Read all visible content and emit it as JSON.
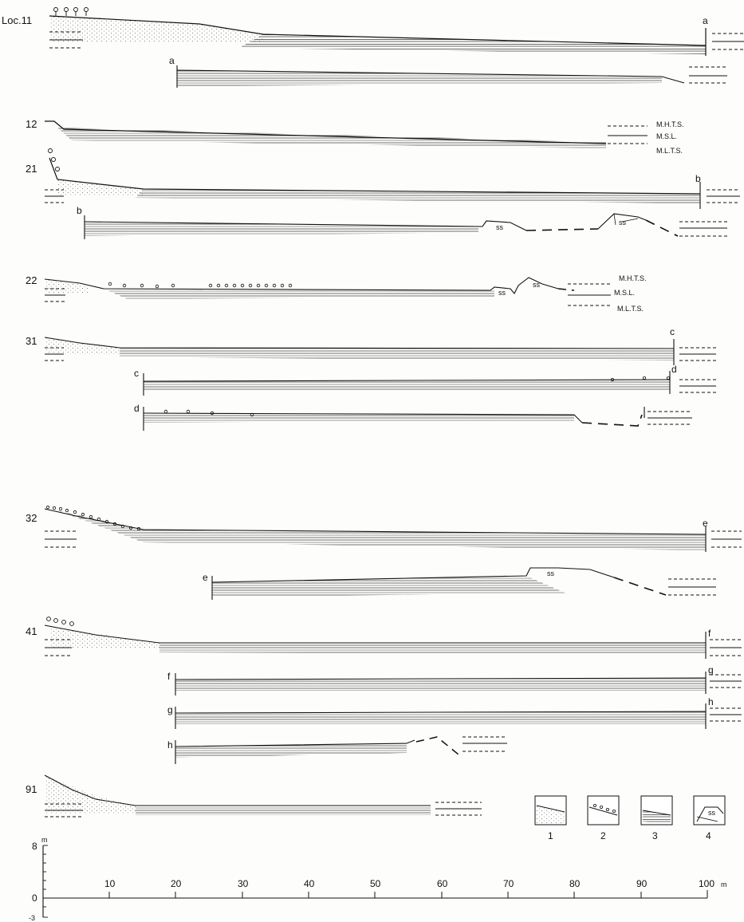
{
  "profiles": [
    {
      "id": "loc11",
      "label": "Loc.11"
    },
    {
      "id": "loc12",
      "label": "12"
    },
    {
      "id": "loc21",
      "label": "21"
    },
    {
      "id": "loc22",
      "label": "22"
    },
    {
      "id": "loc31",
      "label": "31"
    },
    {
      "id": "loc32",
      "label": "32"
    },
    {
      "id": "loc41",
      "label": "41"
    },
    {
      "id": "loc91",
      "label": "91"
    }
  ],
  "joins": [
    "a",
    "b",
    "c",
    "d",
    "e",
    "f",
    "g",
    "h"
  ],
  "sandstone_label": "ss",
  "tide_legend": {
    "high": "M.H.T.S.",
    "mean": "M.S.L.",
    "low": "M.L.T.S."
  },
  "key": {
    "labels": [
      "1",
      "2",
      "3",
      "4"
    ],
    "icons": [
      "dotted-sand-icon",
      "pebbles-icon",
      "hatched-rock-icon",
      "sandstone-block-icon"
    ],
    "ss": "ss"
  },
  "scale": {
    "vertical_unit": "m",
    "vertical_ticks": [
      "8",
      "0",
      "-3"
    ],
    "horizontal_ticks": [
      "10",
      "20",
      "30",
      "40",
      "50",
      "60",
      "70",
      "80",
      "90"
    ],
    "horizontal_end": "100",
    "horizontal_unit": "m"
  }
}
